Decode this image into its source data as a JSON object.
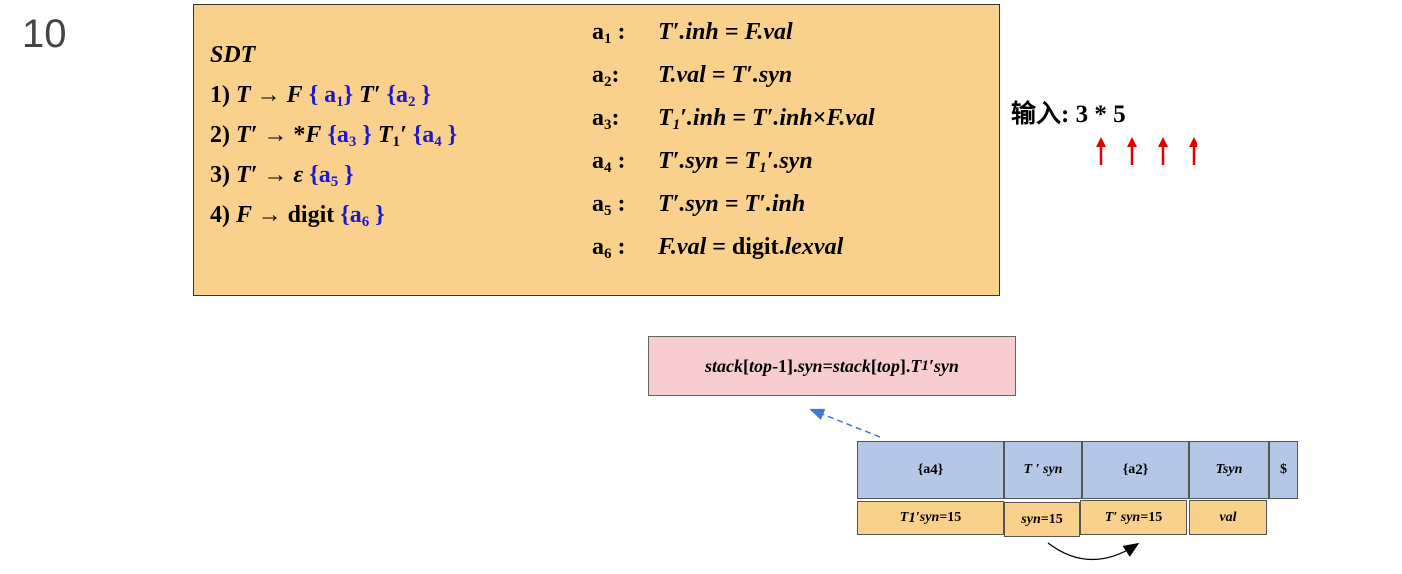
{
  "slide_number": "10",
  "sdt": {
    "title": "SDT",
    "productions": [
      {
        "num": "1)",
        "lhs": "T",
        "arrow": "→",
        "parts": [
          {
            "t": "F",
            "s": "it"
          },
          {
            "t": " { a",
            "s": "blue"
          },
          {
            "t": "1",
            "s": "blue-sub"
          },
          {
            "t": "}",
            "s": "blue"
          },
          {
            "t": " T′",
            "s": "it"
          },
          {
            "t": " {a",
            "s": "blue"
          },
          {
            "t": "2",
            "s": "blue-sub"
          },
          {
            "t": " }",
            "s": "blue"
          }
        ]
      },
      {
        "num": "2)",
        "lhs": "T′",
        "arrow": "→",
        "parts": [
          {
            "t": " *",
            "s": "plain"
          },
          {
            "t": "F",
            "s": "it"
          },
          {
            "t": " {a",
            "s": "blue"
          },
          {
            "t": "3",
            "s": "blue-sub"
          },
          {
            "t": " }",
            "s": "blue"
          },
          {
            "t": " T",
            "s": "it"
          },
          {
            "t": "1",
            "s": "sub"
          },
          {
            "t": "′",
            "s": "it"
          },
          {
            "t": " {a",
            "s": "blue"
          },
          {
            "t": "4",
            "s": "blue-sub"
          },
          {
            "t": " }",
            "s": "blue"
          }
        ]
      },
      {
        "num": "3)",
        "lhs": "T′",
        "arrow": "→",
        "parts": [
          {
            "t": " ε",
            "s": "it"
          },
          {
            "t": " {a",
            "s": "blue"
          },
          {
            "t": "5",
            "s": "blue-sub"
          },
          {
            "t": " }",
            "s": "blue"
          }
        ]
      },
      {
        "num": "4)",
        "lhs": "F",
        "arrow": "→",
        "parts": [
          {
            "t": " digit",
            "s": "plain"
          },
          {
            "t": " {a",
            "s": "blue"
          },
          {
            "t": "6",
            "s": "blue-sub"
          },
          {
            "t": " }",
            "s": "blue"
          }
        ]
      }
    ],
    "actions": [
      {
        "label": "a",
        "num": "1",
        "colon": " :",
        "parts": [
          {
            "t": "T′.inh = F.val",
            "s": "it"
          }
        ]
      },
      {
        "label": "a",
        "num": "2",
        "colon": ":",
        "parts": [
          {
            "t": "T.val = T′.syn",
            "s": "it"
          }
        ]
      },
      {
        "label": "a",
        "num": "3",
        "colon": ":",
        "parts": [
          {
            "t": "T",
            "s": "it"
          },
          {
            "t": "1",
            "s": "it-sub"
          },
          {
            "t": "′.inh = T′.inh",
            "s": "it"
          },
          {
            "t": "×",
            "s": "plain"
          },
          {
            "t": "F.val",
            "s": "it"
          }
        ]
      },
      {
        "label": "a",
        "num": "4",
        "colon": " :",
        "parts": [
          {
            "t": "T′.syn = T",
            "s": "it"
          },
          {
            "t": "1",
            "s": "it-sub"
          },
          {
            "t": "′.syn",
            "s": "it"
          }
        ]
      },
      {
        "label": "a",
        "num": "5",
        "colon": " :",
        "parts": [
          {
            "t": "T′.syn = T′.inh",
            "s": "it"
          }
        ]
      },
      {
        "label": "a",
        "num": "6",
        "colon": " :",
        "parts": [
          {
            "t": "F.val",
            "s": "it"
          },
          {
            "t": " = digit.",
            "s": "plain"
          },
          {
            "t": "lexval",
            "s": "it"
          }
        ]
      }
    ]
  },
  "input": {
    "label": "输入:",
    "text": "3 * 5",
    "pointer_count": 4,
    "pointer_color": "#e00000"
  },
  "stack_action": {
    "parts": [
      {
        "t": "stack",
        "s": "it"
      },
      {
        "t": "[",
        "s": "plain"
      },
      {
        "t": "top",
        "s": "it"
      },
      {
        "t": "-1].",
        "s": "plain"
      },
      {
        "t": "syn",
        "s": "it"
      },
      {
        "t": "=",
        "s": "plain"
      },
      {
        "t": "stack",
        "s": "it"
      },
      {
        "t": "[",
        "s": "plain"
      },
      {
        "t": "top",
        "s": "it"
      },
      {
        "t": "].",
        "s": "plain"
      },
      {
        "t": "T",
        "s": "it"
      },
      {
        "t": "1",
        "s": "it-sub"
      },
      {
        "t": "′syn",
        "s": "it"
      }
    ]
  },
  "stack": {
    "top_row": [
      {
        "parts": [
          {
            "t": "{a",
            "s": "plain"
          },
          {
            "t": "4",
            "s": "sub"
          },
          {
            "t": "}",
            "s": "plain"
          }
        ]
      },
      {
        "parts": [
          {
            "t": "T ′ syn",
            "s": "it"
          }
        ]
      },
      {
        "parts": [
          {
            "t": "{a",
            "s": "plain"
          },
          {
            "t": "2",
            "s": "sub"
          },
          {
            "t": "}",
            "s": "plain"
          }
        ]
      },
      {
        "parts": [
          {
            "t": "Tsyn",
            "s": "it"
          }
        ]
      },
      {
        "parts": [
          {
            "t": "$",
            "s": "plain"
          }
        ]
      }
    ],
    "bottom_row": [
      {
        "parts": [
          {
            "t": "T",
            "s": "it"
          },
          {
            "t": "1",
            "s": "it-sub"
          },
          {
            "t": "′syn",
            "s": "it"
          },
          {
            "t": "=15",
            "s": "plain"
          }
        ]
      },
      {
        "parts": [
          {
            "t": "syn",
            "s": "it"
          },
          {
            "t": "=15",
            "s": "plain"
          }
        ]
      },
      {
        "parts": [
          {
            "t": "T′ syn",
            "s": "it"
          },
          {
            "t": "=15",
            "s": "plain"
          }
        ]
      },
      {
        "parts": [
          {
            "t": "val",
            "s": "it"
          }
        ]
      }
    ]
  },
  "colors": {
    "box_fill": "#f9d18d",
    "stack_top_fill": "#b4c7e7",
    "pink_fill": "#f8cdd0",
    "action_blue": "#1a1acc",
    "dashed_arrow": "#3a7bd5"
  }
}
